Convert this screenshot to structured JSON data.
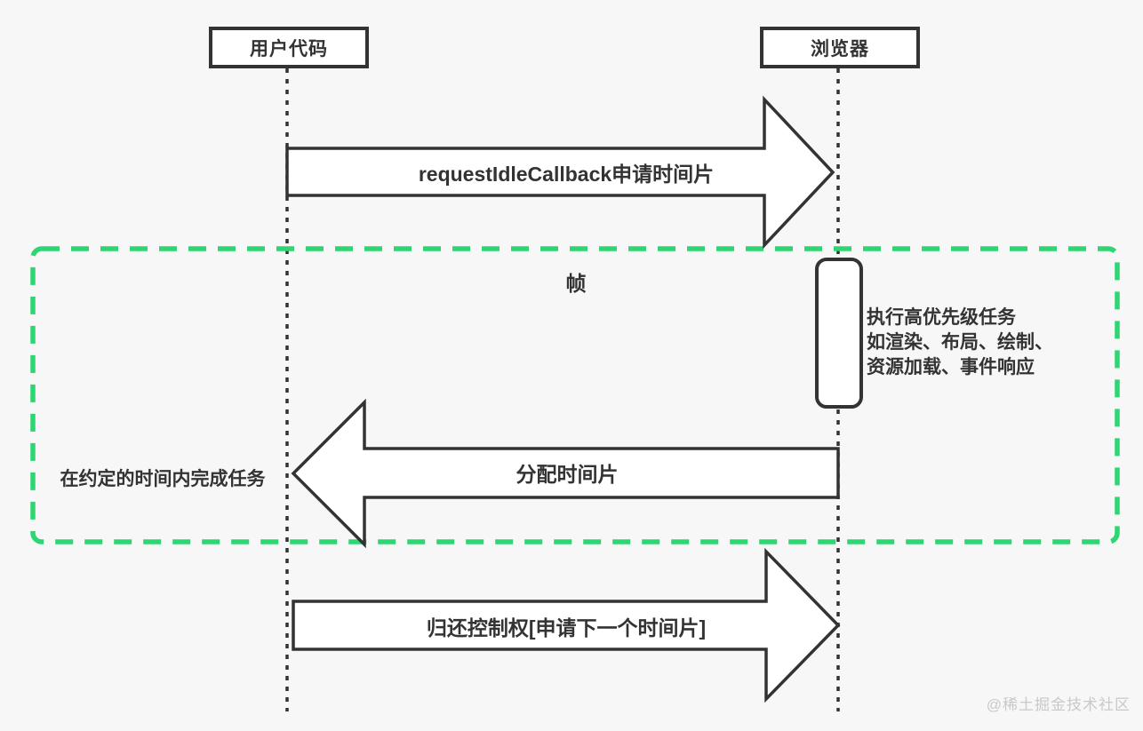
{
  "actors": {
    "user": {
      "label": "用户代码"
    },
    "browser": {
      "label": "浏览器"
    }
  },
  "messages": {
    "request": {
      "label": "requestIdleCallback申请时间片",
      "direction": "right"
    },
    "allocate": {
      "label": "分配时间片",
      "direction": "left"
    },
    "return": {
      "label": "归还控制权[申请下一个时间片]",
      "direction": "right"
    }
  },
  "frame": {
    "label": "帧",
    "note_lines": [
      "执行高优先级任务",
      "如渲染、布局、绘制、",
      "资源加载、事件响应"
    ],
    "left_note": "在约定的时间内完成任务"
  },
  "watermark": "@稀土掘金技术社区",
  "colors": {
    "background": "#f7f7f7",
    "stroke": "#333333",
    "fill": "#ffffff",
    "frame_border": "#2ed573",
    "text": "#333333",
    "watermark": "#c9c9c9"
  }
}
